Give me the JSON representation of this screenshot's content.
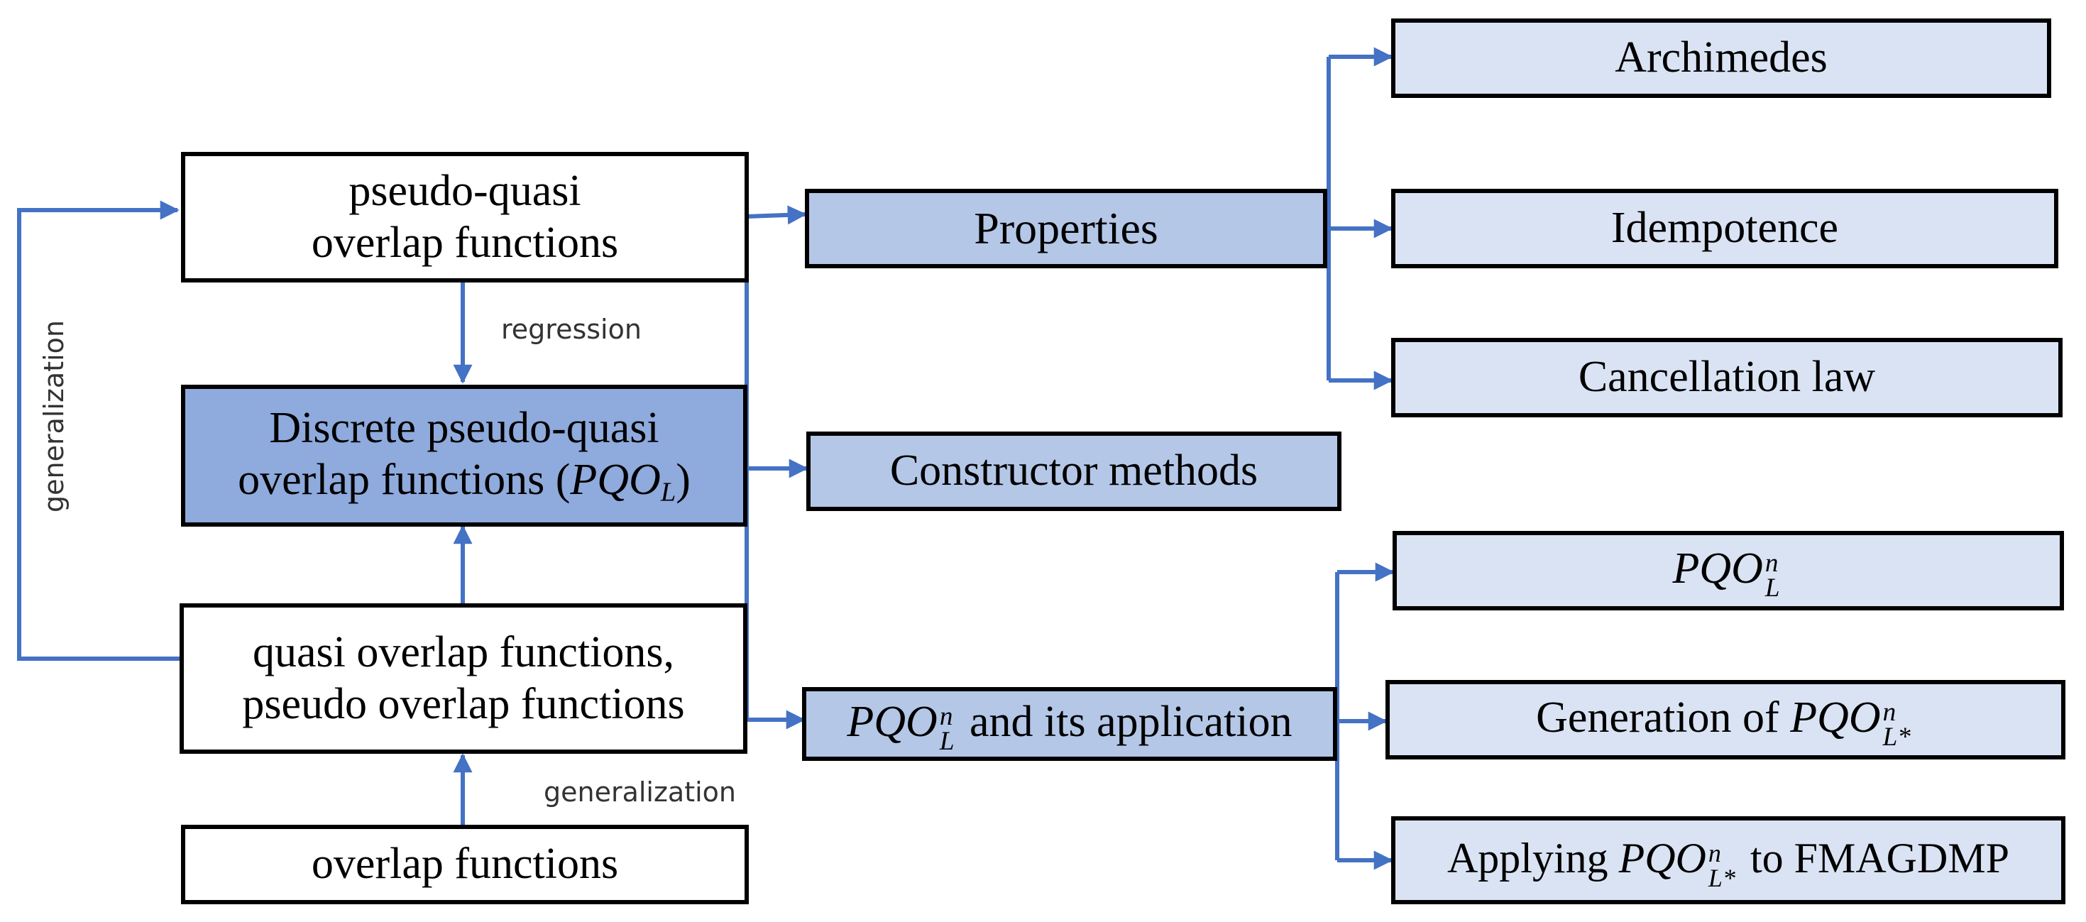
{
  "colors": {
    "arrow": "#4472c4",
    "box_border": "#000000",
    "box_white": "#ffffff",
    "box_mid": "#b4c7e7",
    "box_light": "#dae3f3",
    "box_dark": "#8faadc"
  },
  "boxes": {
    "pseudo_quasi": {
      "line1": "pseudo-quasi",
      "line2": "overlap functions"
    },
    "discrete": {
      "line1": "Discrete pseudo-quasi",
      "line2_prefix": "overlap functions (",
      "symbol": "PQO",
      "symbol_sub": "L",
      "line2_suffix": ")"
    },
    "quasi_pseudo": {
      "line1": "quasi overlap functions,",
      "line2": "pseudo overlap functions"
    },
    "overlap": {
      "text": "overlap functions"
    },
    "properties": {
      "text": "Properties"
    },
    "constructor": {
      "text": "Constructor methods"
    },
    "application": {
      "symbol": "PQO",
      "sup": "n",
      "sub": "L",
      "suffix": " and its application"
    },
    "archimedes": {
      "text": "Archimedes"
    },
    "idempotence": {
      "text": "Idempotence"
    },
    "cancellation": {
      "text": "Cancellation law"
    },
    "pqo_n_l": {
      "symbol": "PQO",
      "sup": "n",
      "sub": "L"
    },
    "generation": {
      "prefix": "Generation of ",
      "symbol": "PQO",
      "sup": "n",
      "sub": "L*"
    },
    "applying": {
      "prefix": "Applying ",
      "symbol": "PQO",
      "sup": "n",
      "sub": "L*",
      "suffix": " to FMAGDMP"
    }
  },
  "labels": {
    "regression": "regression",
    "generalization_left": "generalization",
    "generalization_bottom": "generalization"
  }
}
